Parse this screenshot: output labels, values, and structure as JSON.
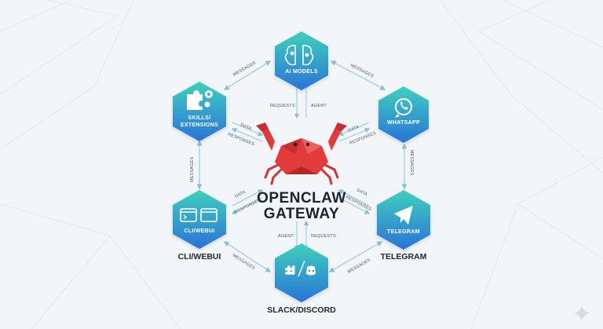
{
  "colors": {
    "node_gradient_top": "#3fd0bc",
    "node_gradient_bottom": "#2a73d8",
    "crab": "#e23b3b",
    "arrow": "#a8cfe3",
    "text": "#1a2330"
  },
  "center": {
    "title_line1": "OPENCLAW",
    "title_line2": "GATEWAY",
    "icon": "crab-icon"
  },
  "nodes": {
    "ai_models": {
      "label": "AI MODELS",
      "icon": "brain-icon"
    },
    "whatsapp": {
      "label": "WHATSAPP",
      "icon": "whatsapp-icon"
    },
    "telegram": {
      "label": "TELEGRAM",
      "icon": "paper-plane-icon",
      "external_label": "TELEGRAM"
    },
    "slack_discord": {
      "icon": "slack-discord-icon",
      "external_label": "SLACK/DISCORD"
    },
    "cli_webui": {
      "label": "CLI/WEBUI",
      "icon": "terminal-window-icon",
      "external_label": "CLI/WEBUI"
    },
    "skills": {
      "label_line1": "SKILLS/",
      "label_line2": "EXTENSIONS",
      "icon": "puzzle-gear-icon"
    }
  },
  "edge_labels": {
    "ai_whatsapp": "MESSAGES",
    "skills_ai": "MESSAGES",
    "whatsapp_telegram": "MESSAGES",
    "skills_cli": "MESSAGES",
    "cli_slack": "MESSAGES",
    "slack_telegram": "MESSAGES",
    "center_ai_requests": "REQUESTS",
    "center_ai_agent": "AGENT",
    "center_slack_agent": "AGENT",
    "center_slack_requests": "REQUESTS",
    "skills_data": "DATA",
    "skills_responses": "RESPONSES",
    "whatsapp_data": "DATA",
    "whatsapp_responses": "RESPONSES",
    "cli_data": "DATA",
    "cli_responses": "RESPONSES",
    "telegram_data": "DATA",
    "telegram_responses": "RESPONSES"
  }
}
